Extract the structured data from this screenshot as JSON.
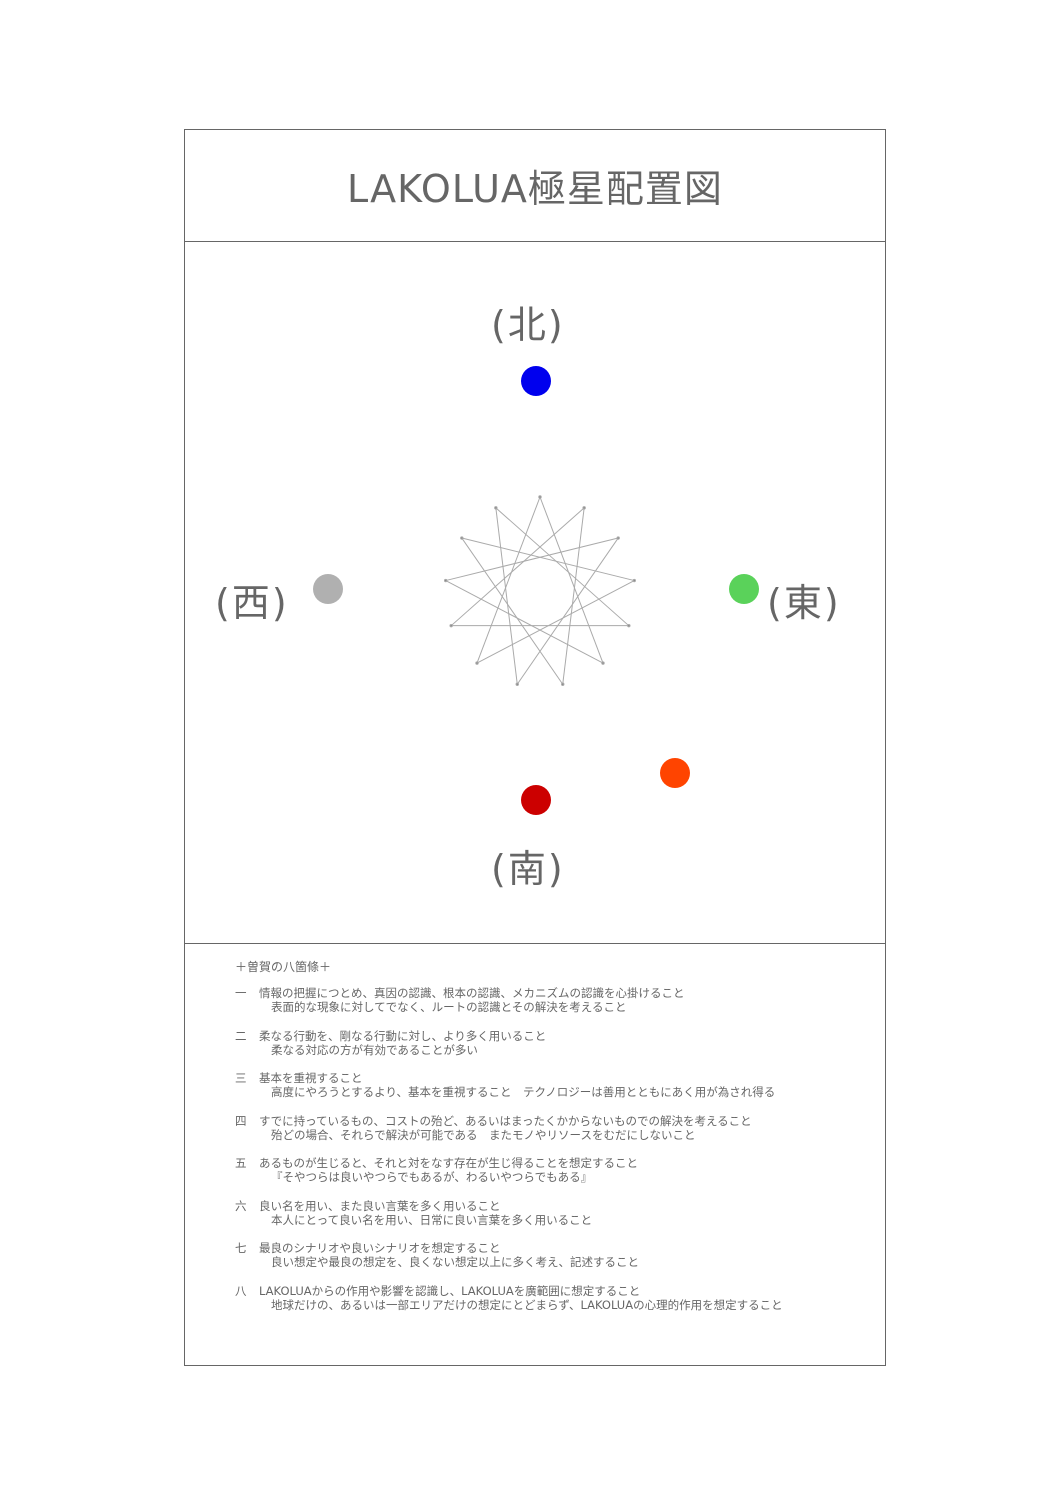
{
  "title": "LAKOLUA極星配置図",
  "directions": {
    "north": "(北)",
    "south": "(南)",
    "east": "(東)",
    "west": "(西)"
  },
  "colors": {
    "north_dot": "#0000ee",
    "east_dot": "#5ad25a",
    "west_dot": "#b0b0b0",
    "south_dot": "#cc0000",
    "southeast_dot": "#ff4400",
    "star_line": "#aaaaaa"
  },
  "rules_heading": "＋曽賀の八箇條＋",
  "rules": [
    {
      "num": "一",
      "main": "情報の把握につとめ、真因の認識、根本の認識、メカニズムの認識を心掛けること",
      "sub": "表面的な現象に対してでなく、ルートの認識とその解決を考えること"
    },
    {
      "num": "二",
      "main": "柔なる行動を、剛なる行動に対し、より多く用いること",
      "sub": "柔なる対応の方が有効であることが多い"
    },
    {
      "num": "三",
      "main": "基本を重視すること",
      "sub": "高度にやろうとするより、基本を重視すること　テクノロジーは善用とともにあく用が為され得る"
    },
    {
      "num": "四",
      "main": "すでに持っているもの、コストの殆ど、あるいはまったくかからないものでの解決を考えること",
      "sub": "殆どの場合、それらで解決が可能である　またモノやリソースをむだにしないこと"
    },
    {
      "num": "五",
      "main": "あるものが生じると、それと対をなす存在が生じ得ることを想定すること",
      "sub": "『そやつらは良いやつらでもあるが、わるいやつらでもある』"
    },
    {
      "num": "六",
      "main": "良い名を用い、また良い言葉を多く用いること",
      "sub": "本人にとって良い名を用い、日常に良い言葉を多く用いること"
    },
    {
      "num": "七",
      "main": "最良のシナリオや良いシナリオを想定すること",
      "sub": "良い想定や最良の想定を、良くない想定以上に多く考え、記述すること"
    },
    {
      "num": "八",
      "main": "LAKOLUAからの作用や影響を認識し、LAKOLUAを廣範囲に想定すること",
      "sub": "地球だけの、あるいは一部エリアだけの想定にとどまらず、LAKOLUAの心理的作用を想定すること"
    }
  ]
}
